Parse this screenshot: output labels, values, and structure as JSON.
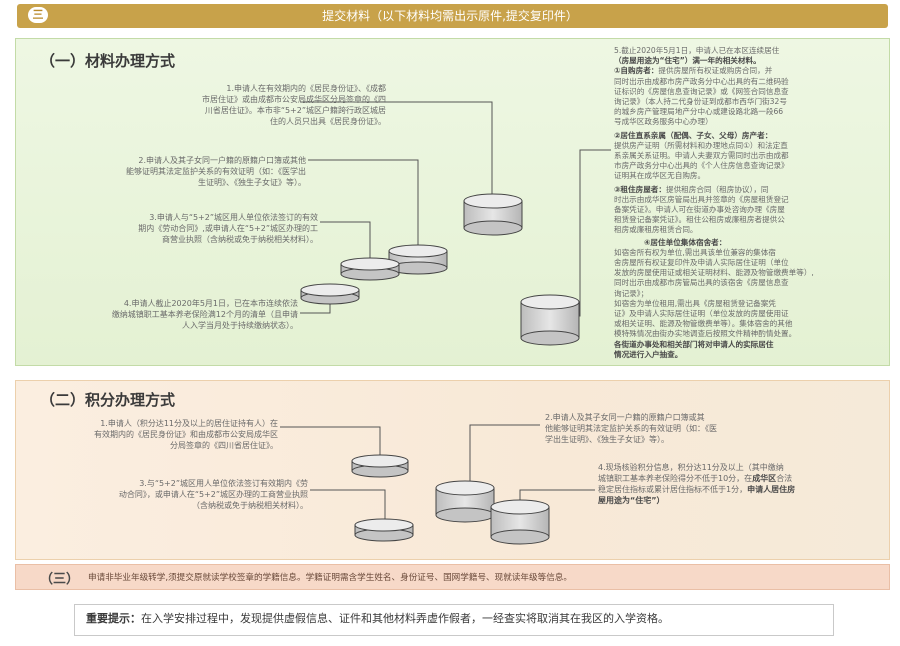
{
  "header": {
    "badge": "三",
    "title": "提交材料（以下材料均需出示原件,提交复印件）"
  },
  "section1": {
    "title": "（一）材料办理方式",
    "item1": [
      "1.申请人在有效期内的《居民身份证》、《成都",
      "市居住证》或由成都市公安局成华区分局签章的《四",
      "川省居住证》。本市非“5+2”城区户籍跨行政区城居",
      "住的人员只出具《居民身份证》。"
    ],
    "item2": [
      "2.申请人及其子女同一户籍的原籍户口簿或其他",
      "能够证明其法定监护关系的有效证明（如：《医学出",
      "生证明》、《独生子女证》等）。"
    ],
    "item3": [
      "3.申请人与“5+2”城区用人单位依法签订的有效",
      "期内《劳动合同》,或申请人在“5+2”城区办理的工",
      "商营业执照（含纳税或免于纳税相关材料）。"
    ],
    "item4": [
      "4.申请人截止2020年5月1日，已在本市连续依法",
      "缴纳城镇职工基本养老保险满12个月的清单（且申请",
      "人入学当月处于持续缴纳状态）。"
    ],
    "item5_head": [
      "5.截止2020年5月1日，申请人已在本区连续居住",
      "（房屋用途为“住宅”）满一年的相关材料。"
    ],
    "p1_head": "①自购房者：",
    "p1": [
      "提供房屋所有权证或购房合同，并",
      "同时出示由成都市房产政务分中心出具的有二维码验",
      "证标识的《房屋信息查询记录》或《网签合同信息查",
      "询记录》（本人持二代身份证到成都市西华门街32号",
      "的城乡房产管理局地产分中心或建设路北路一段66",
      "号成华区政务服务中心办理）"
    ],
    "p2_head": "②居住直系亲属（配偶、子女、父母）房产者：",
    "p2": [
      "提供房产证明（所需材料和办理地点同①）和法定直",
      "系亲属关系证明。申请人夫妻双方需同时出示由成都",
      "市房产政务分中心出具的《个人住房信息查询记录》",
      "证明其在成华区无自购房。"
    ],
    "p3_head": "③租住房屋者：",
    "p3": [
      "提供租房合同（租房协议），同",
      "时出示由成华区房管局出具并签章的《房屋租赁登记",
      "备案凭证》。申请人可在街道办事处咨询办理《房屋",
      "租赁登记备案凭证》。租住公租房或廉租房者提供公",
      "租房或廉租房租赁合同。"
    ],
    "p4_head": "④居住单位集体宿舍者：",
    "p4": [
      "如宿舍所有权为单位,需出具该单位兼容的集体宿",
      "舍房屋所有权证复印件及申请人实际居住证明（单位",
      "发放的房屋使用证或相关证明材料、能源及物管缴费单等）,",
      "同时出示由成都市房管局出具的该宿舍《房屋信息查",
      "询记录》；"
    ],
    "p5": [
      "如宿舍为单位租用,需出具《房屋租赁登记备案凭",
      "证》及申请人实际居住证明（单位发放的房屋使用证",
      "或相关证明、能源及物管缴费单等）。集体宿舍的其他",
      "模特殊情况由街办实地调查后按照文件精神酌情处置。"
    ],
    "p_final": [
      "各街道办事处和相关部门将对申请人的实际居住",
      "情况进行入户抽查。"
    ]
  },
  "section2": {
    "title": "（二）积分办理方式",
    "item1": [
      "1.申请人（积分达11分及以上的居住证持有人）在",
      "有效期内的《居民身份证》和由成都市公安局成华区",
      "分局签章的《四川省居住证》。"
    ],
    "item2": [
      "2.申请人及其子女同一户籍的原籍户口簿或其",
      "他能够证明其法定监护关系的有效证明（如：《医",
      "学出生证明》、《独生子女证》等）。"
    ],
    "item3": [
      "3.与“5+2”城区用人单位依法签订有效期内《劳",
      "动合同》，或申请人在“5+2”城区办理的工商营业执照",
      "（含纳税或免于纳税相关材料）。"
    ],
    "item4_a": "4.现场核验积分信息，积分达11分及以上（其中缴纳",
    "item4_b": "城镇职工基本养老保险得分不低于10分，在",
    "item4_c": "成华区",
    "item4_d": "合法",
    "item4_e": "稳定居住指标或累计居住指标不低于1分，",
    "item4_f": "申请人居住房",
    "item4_g": "屋用途为“住宅”）"
  },
  "section3": {
    "title": "（三）",
    "text": "申请非毕业年级转学,须提交原就读学校签章的学籍信息。学籍证明需含学生姓名、身份证号、国网学籍号、现就读年级等信息。"
  },
  "notice": {
    "label": "重要提示：",
    "text": "在入学安排过程中，发现提供虚假信息、证件和其他材料弄虚作假者，一经查实将取消其在我区的入学资格。"
  },
  "colors": {
    "header": "#c8a24a",
    "sec1_bg": "#e8f3da",
    "sec2_bg": "#f9ecdc",
    "sec3_bg": "#f7d9c8",
    "cylinder": "#d9d9d9"
  }
}
